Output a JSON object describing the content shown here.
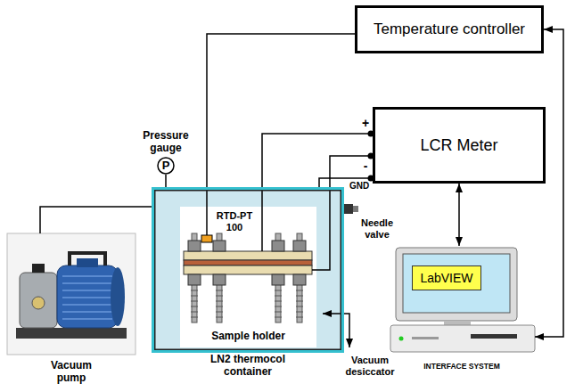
{
  "diagram": {
    "nodes": [
      {
        "text": [
          "Temperature controller"
        ]
      },
      {
        "text": [
          "LCR Meter"
        ]
      },
      {
        "text": [
          "Pressure gauge",
          "P"
        ]
      },
      {
        "text": [
          "Vacuum pump"
        ]
      },
      {
        "text": [
          "LN2 thermocol container"
        ]
      },
      {
        "text": [
          "Sample holder"
        ],
        "in": 4
      },
      {
        "text": [
          "INTERFACE SYSTEM"
        ]
      },
      {
        "text": [
          "LabVIEW"
        ],
        "in": 6
      }
    ],
    "edges": [
      {
        "from": 0,
        "to": 6,
        "arrow": "both"
      },
      {
        "from": 1,
        "to": 6,
        "arrow": "both"
      },
      {
        "from": 0,
        "to": 5,
        "arrow": "none"
      },
      {
        "from": 3,
        "to": 4,
        "arrow": "none"
      },
      {
        "from": 2,
        "to": 4,
        "arrow": "none"
      },
      {
        "from": 1,
        "to": 5,
        "arrow": "none"
      },
      {
        "from": 1,
        "to": 5,
        "arrow": "none"
      },
      {
        "from": 1,
        "to": 4,
        "arrow": "none"
      }
    ],
    "labels": [
      "+",
      "-",
      "GND",
      "RTD-PT 100",
      "Needle valve",
      "Vacuum desiccator"
    ]
  }
}
